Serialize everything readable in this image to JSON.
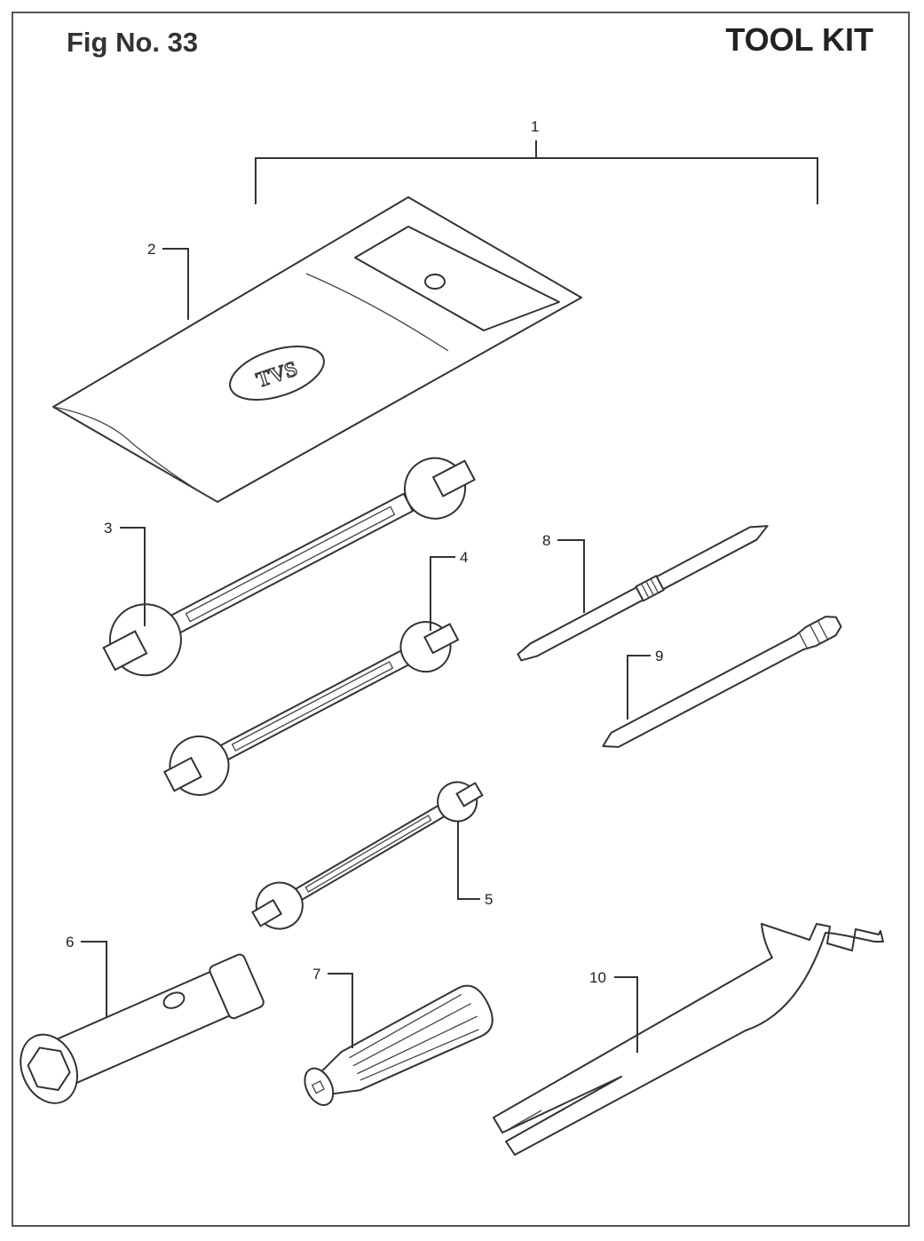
{
  "header": {
    "figure_number": "Fig No. 33",
    "title": "TOOL KIT"
  },
  "callouts": {
    "c1": "1",
    "c2": "2",
    "c3": "3",
    "c4": "4",
    "c5": "5",
    "c6": "6",
    "c7": "7",
    "c8": "8",
    "c9": "9",
    "c10": "10"
  },
  "pouch_logo": "TVS"
}
